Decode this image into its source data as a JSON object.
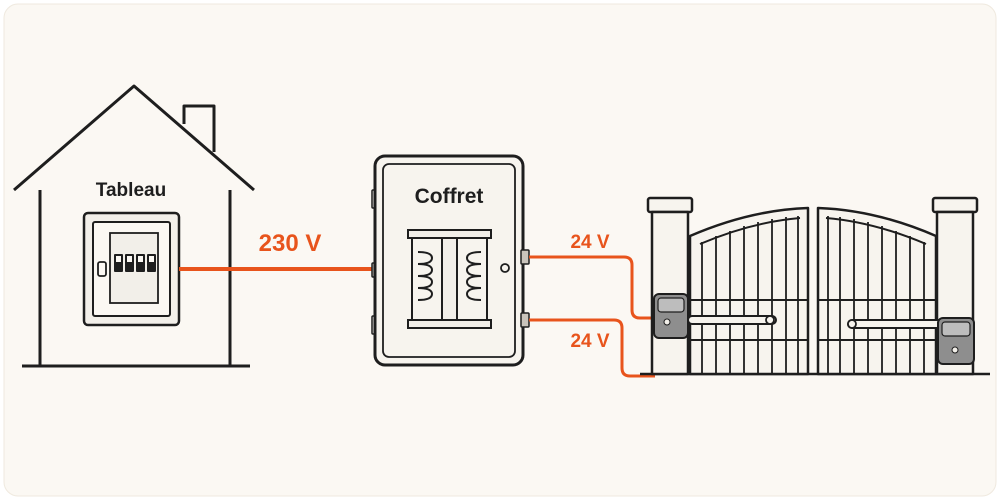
{
  "colors": {
    "background": "#fbf8f3",
    "stroke": "#1e1e1e",
    "wire": "#e8541c",
    "panel_fill": "#f2efe9",
    "motor_fill": "#8e8e8e"
  },
  "labels": {
    "house": "Tableau",
    "box": "Coffret",
    "supply_voltage": "230 V",
    "motor_voltage_top": "24 V",
    "motor_voltage_bottom": "24 V"
  }
}
